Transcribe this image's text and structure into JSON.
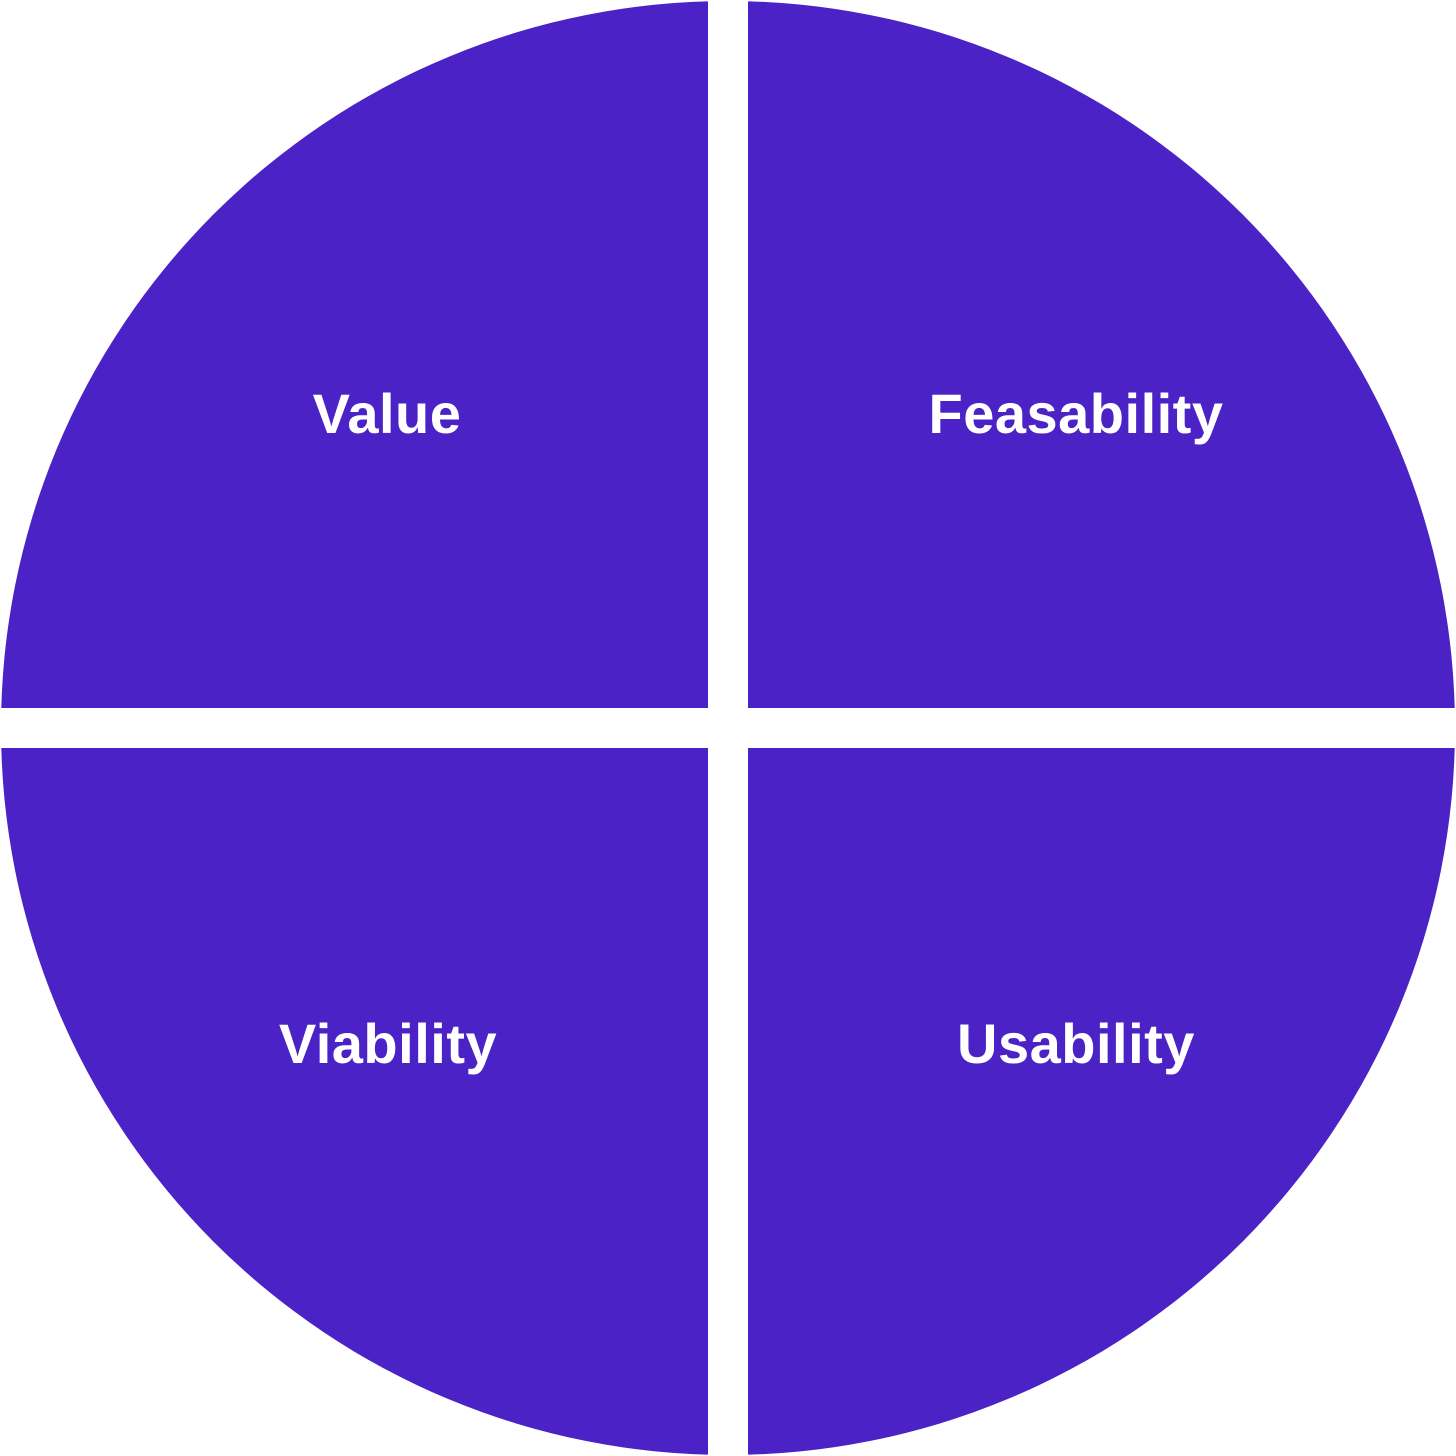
{
  "diagram": {
    "fill_color": "#4A22C5",
    "divider_color": "#FFFFFF",
    "background_color": "#FFFFFF",
    "quadrants": [
      {
        "id": "top-left",
        "label": "Value"
      },
      {
        "id": "top-right",
        "label": "Feasability"
      },
      {
        "id": "bottom-left",
        "label": "Viability"
      },
      {
        "id": "bottom-right",
        "label": "Usability"
      }
    ]
  }
}
